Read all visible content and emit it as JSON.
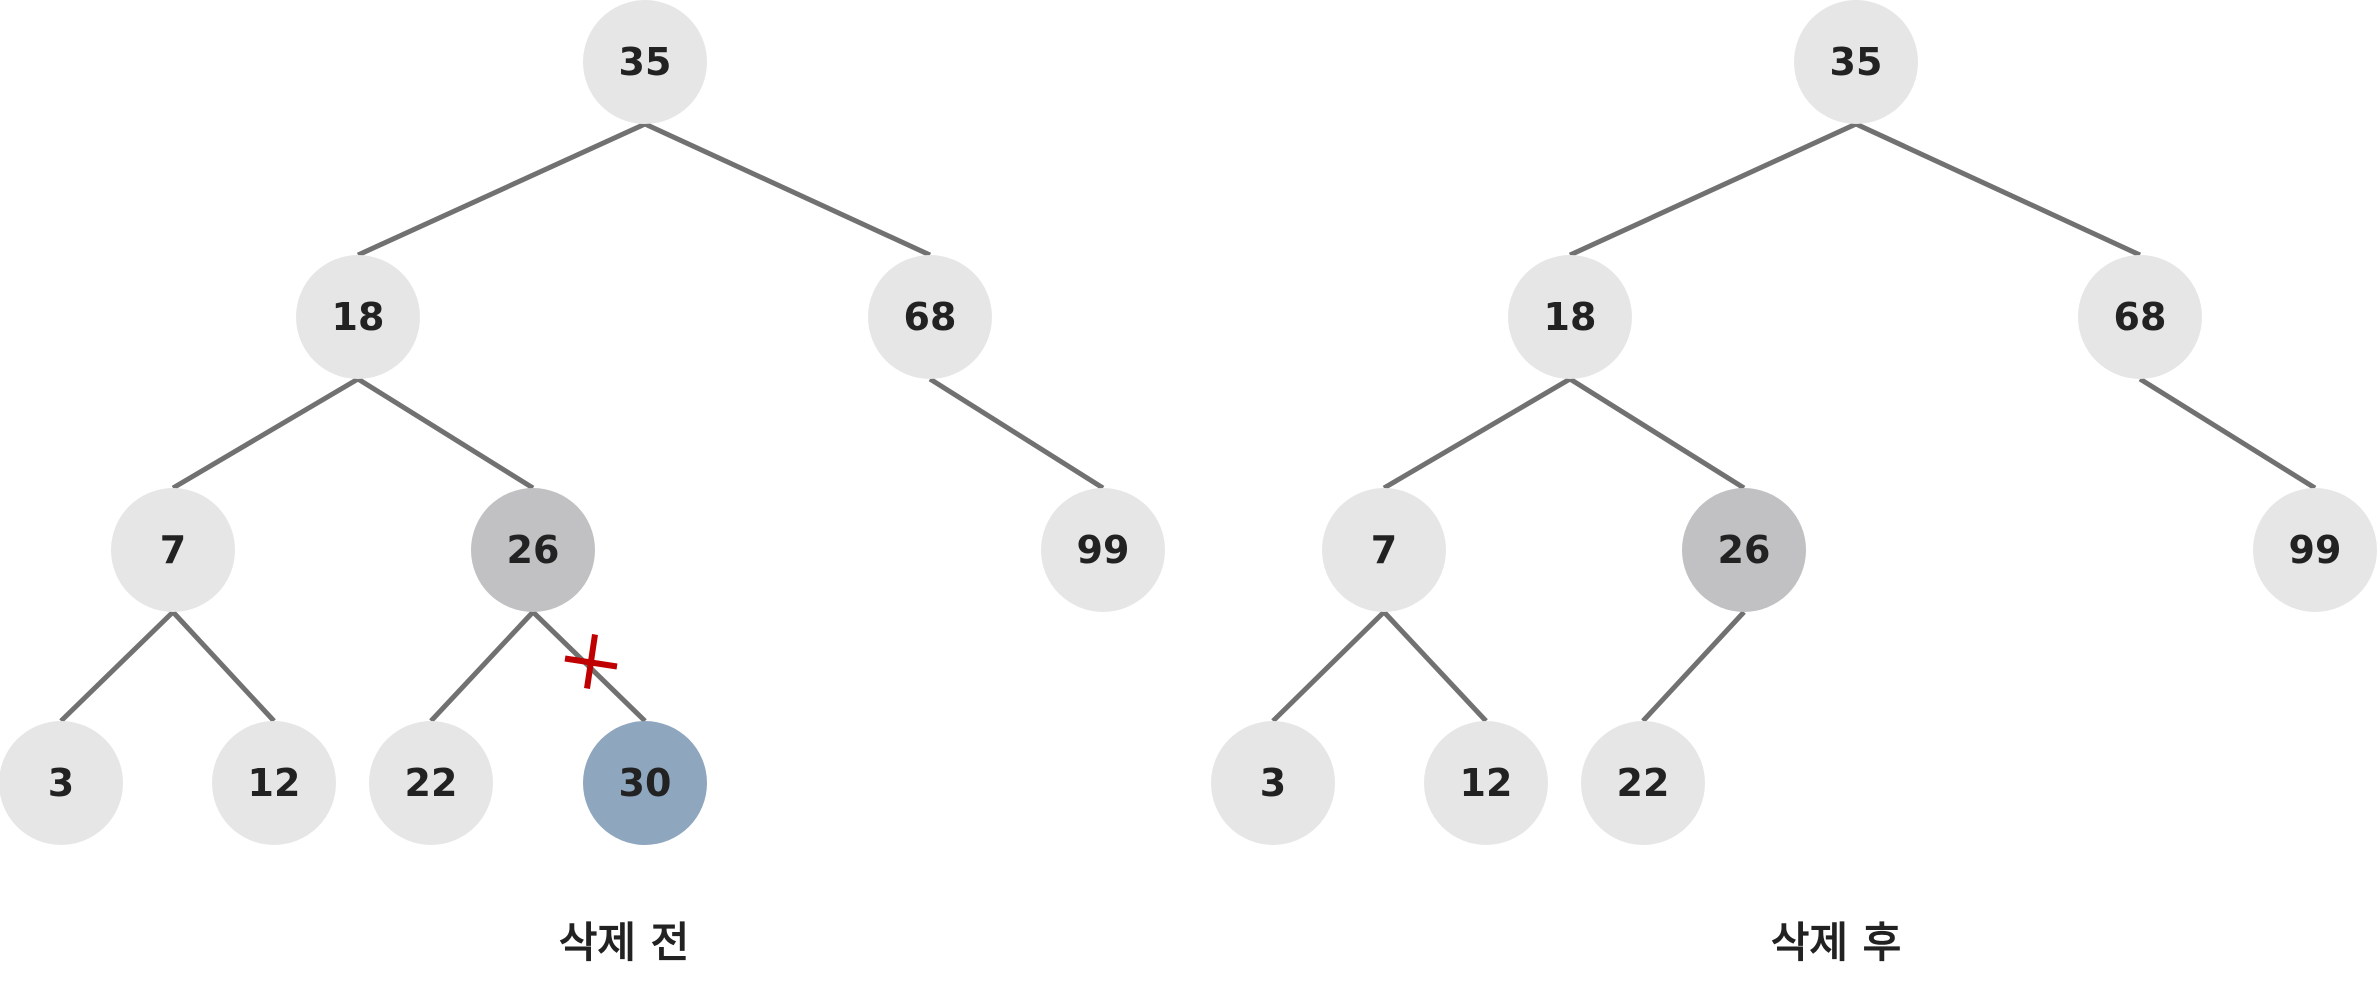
{
  "colors": {
    "node_default": "#e7e6e7",
    "node_parent": "#c1c0c2",
    "node_deleted": "#8fa6bf",
    "edge": "#717171",
    "cut_mark": "#c00000",
    "text": "#222222"
  },
  "trees": [
    {
      "caption": "삭제 전",
      "nodes": [
        {
          "id": "n35",
          "label": "35",
          "role": "default"
        },
        {
          "id": "n18",
          "label": "18",
          "role": "default"
        },
        {
          "id": "n68",
          "label": "68",
          "role": "default"
        },
        {
          "id": "n7",
          "label": "7",
          "role": "default"
        },
        {
          "id": "n26",
          "label": "26",
          "role": "parent"
        },
        {
          "id": "n99",
          "label": "99",
          "role": "default"
        },
        {
          "id": "n3",
          "label": "3",
          "role": "default"
        },
        {
          "id": "n12",
          "label": "12",
          "role": "default"
        },
        {
          "id": "n22",
          "label": "22",
          "role": "default"
        },
        {
          "id": "n30",
          "label": "30",
          "role": "deleted"
        }
      ],
      "edges": [
        [
          "n35",
          "n18"
        ],
        [
          "n35",
          "n68"
        ],
        [
          "n18",
          "n7"
        ],
        [
          "n18",
          "n26"
        ],
        [
          "n68",
          "n99"
        ],
        [
          "n7",
          "n3"
        ],
        [
          "n7",
          "n12"
        ],
        [
          "n26",
          "n22"
        ],
        [
          "n26",
          "n30"
        ]
      ],
      "cut_edge": [
        "n26",
        "n30"
      ]
    },
    {
      "caption": "삭제 후",
      "nodes": [
        {
          "id": "n35",
          "label": "35",
          "role": "default"
        },
        {
          "id": "n18",
          "label": "18",
          "role": "default"
        },
        {
          "id": "n68",
          "label": "68",
          "role": "default"
        },
        {
          "id": "n7",
          "label": "7",
          "role": "default"
        },
        {
          "id": "n26",
          "label": "26",
          "role": "parent"
        },
        {
          "id": "n99",
          "label": "99",
          "role": "default"
        },
        {
          "id": "n3",
          "label": "3",
          "role": "default"
        },
        {
          "id": "n12",
          "label": "12",
          "role": "default"
        },
        {
          "id": "n22",
          "label": "22",
          "role": "default"
        }
      ],
      "edges": [
        [
          "n35",
          "n18"
        ],
        [
          "n35",
          "n68"
        ],
        [
          "n18",
          "n7"
        ],
        [
          "n18",
          "n26"
        ],
        [
          "n68",
          "n99"
        ],
        [
          "n7",
          "n3"
        ],
        [
          "n7",
          "n12"
        ],
        [
          "n26",
          "n22"
        ]
      ],
      "cut_edge": null
    }
  ]
}
